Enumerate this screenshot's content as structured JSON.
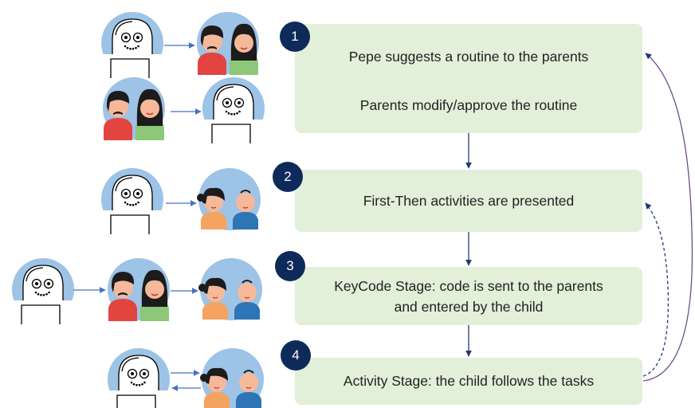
{
  "colors": {
    "box_fill": "#e2efd9",
    "badge_fill": "#0e2a5a",
    "arrow_navy": "#1f3b70",
    "arrow_purple": "#6b4a8a",
    "connector_blue": "#4472c4",
    "avatar_bg": "#9dc3e6"
  },
  "steps": [
    {
      "number": "1",
      "lines": [
        "Pepe suggests a routine to the parents",
        "Parents modify/approve the routine"
      ]
    },
    {
      "number": "2",
      "lines": [
        "First-Then activities are presented"
      ]
    },
    {
      "number": "3",
      "lines": [
        "KeyCode Stage: code is sent to the parents",
        "and entered by the child"
      ]
    },
    {
      "number": "4",
      "lines": [
        "Activity Stage: the child follows the tasks"
      ]
    }
  ],
  "icons": [
    "robot-icon",
    "parents-icon",
    "children-icon"
  ]
}
